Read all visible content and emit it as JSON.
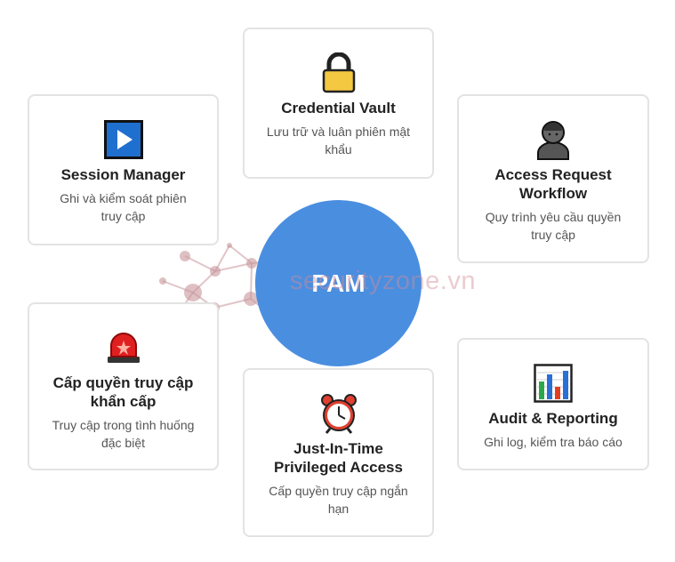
{
  "center": {
    "label": "PAM",
    "color": "#4a8ee0"
  },
  "watermark": "securityzone.vn",
  "cards": {
    "credential_vault": {
      "icon": "lock-icon",
      "title": "Credential Vault",
      "desc": "Lưu trữ và luân phiên mật khẩu"
    },
    "session_manager": {
      "icon": "play-button-icon",
      "title": "Session Manager",
      "desc": "Ghi và kiểm soát phiên truy cập"
    },
    "access_request": {
      "icon": "person-icon",
      "title": "Access Request Workflow",
      "desc": "Quy trình yêu cầu quyền truy cập"
    },
    "emergency_access": {
      "icon": "siren-icon",
      "title": "Cấp quyền truy cập khẩn cấp",
      "desc": "Truy cập trong tình huống đặc biệt"
    },
    "audit_reporting": {
      "icon": "bar-chart-icon",
      "title": "Audit & Reporting",
      "desc": "Ghi log, kiểm tra báo cáo"
    },
    "jit_access": {
      "icon": "alarm-clock-icon",
      "title": "Just-In-Time Privileged Access",
      "desc": "Cấp quyền truy cập ngắn hạn"
    }
  }
}
